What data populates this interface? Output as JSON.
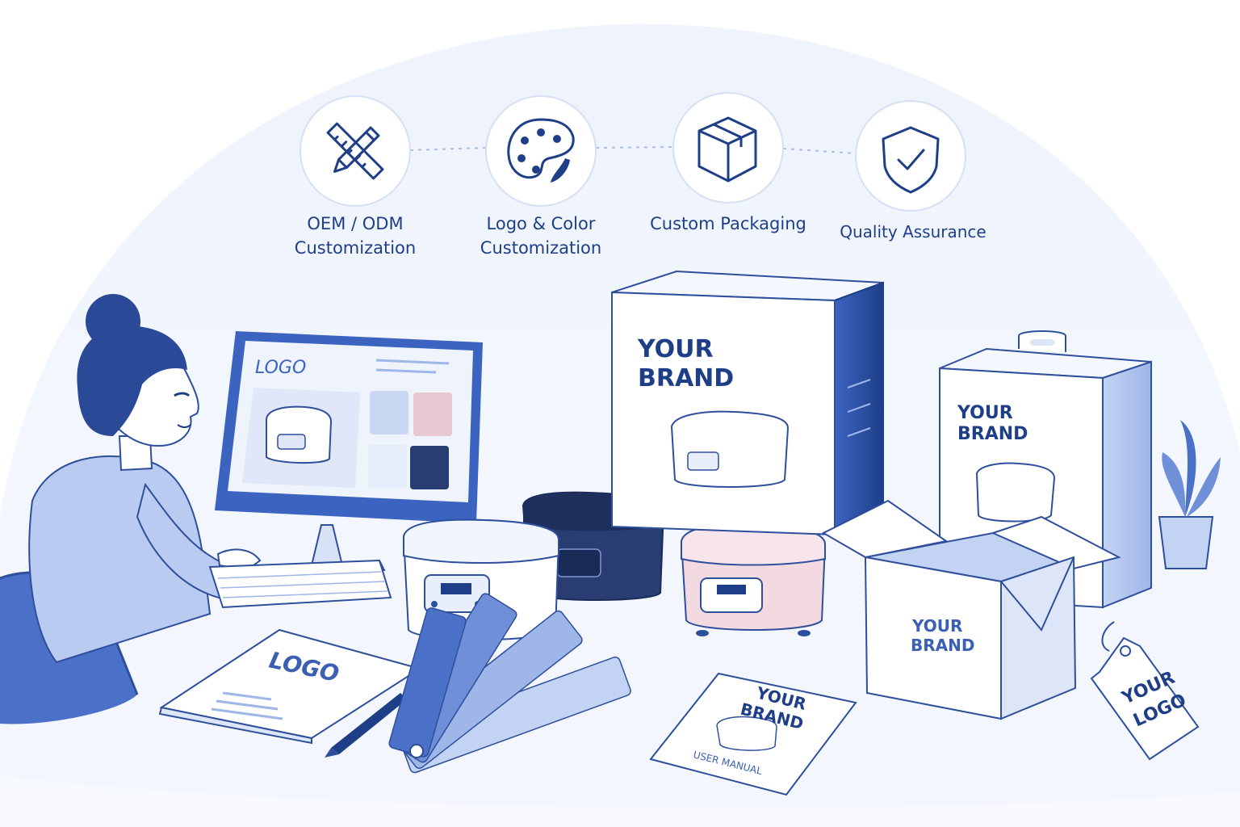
{
  "features": [
    {
      "name": "oem-odm",
      "icon": "pencil-ruler-icon",
      "lines": [
        "OEM / ODM",
        "Customization"
      ]
    },
    {
      "name": "logo-color",
      "icon": "palette-icon",
      "lines": [
        "Logo & Color",
        "Customization"
      ]
    },
    {
      "name": "packaging",
      "icon": "package-box-icon",
      "lines": [
        "Custom Packaging"
      ]
    },
    {
      "name": "quality",
      "icon": "shield-check-icon",
      "lines": [
        "Quality Assurance"
      ]
    }
  ],
  "monitor": {
    "logo": "LOGO"
  },
  "large_box": {
    "brand_line1": "YOUR",
    "brand_line2": "BRAND"
  },
  "small_box": {
    "brand_line1": "YOUR",
    "brand_line2": "BRAND"
  },
  "open_box": {
    "brand_line1": "YOUR",
    "brand_line2": "BRAND"
  },
  "notebook": {
    "logo": "LOGO"
  },
  "manual": {
    "brand_line1": "YOUR",
    "brand_line2": "BRAND",
    "caption": "USER MANUAL"
  },
  "tag": {
    "line1": "YOUR",
    "line2": "LOGO"
  },
  "colors": {
    "navy": "#1e3f88",
    "blue": "#3b5fb3",
    "light_blue": "#dce6f8",
    "pink": "#f3d9e0",
    "dark_cooker": "#2a3d72"
  }
}
